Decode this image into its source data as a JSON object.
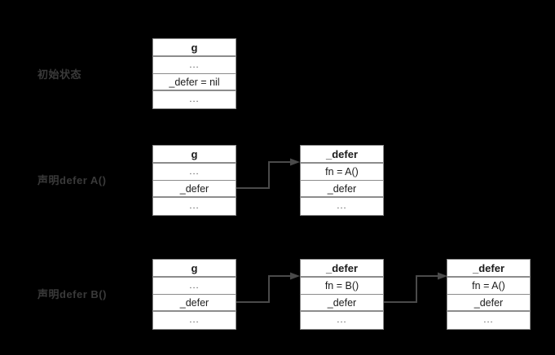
{
  "diagram": {
    "title_rows": [
      {
        "label": "初始状态"
      },
      {
        "label": "声明defer A()"
      },
      {
        "label": "声明defer B()"
      }
    ],
    "colors": {
      "background": "#000000",
      "box_fill": "#ffffff",
      "box_border": "#8c8c8c",
      "text": "#1b1b1b",
      "label_text": "#3a3a3a",
      "connector": "#4a4a4a"
    },
    "rows": [
      {
        "name": "initial-state",
        "label": "初始状态",
        "boxes": [
          {
            "name": "g-struct",
            "header": "g",
            "cells": [
              "...",
              "_defer = nil",
              "..."
            ]
          }
        ],
        "connectors": []
      },
      {
        "name": "declare-defer-a",
        "label": "声明defer A()",
        "boxes": [
          {
            "name": "g-struct",
            "header": "g",
            "cells": [
              "...",
              "_defer",
              "..."
            ]
          },
          {
            "name": "defer-struct-a",
            "header": "_defer",
            "cells": [
              "fn = A()",
              "_defer",
              "..."
            ]
          }
        ],
        "connectors": [
          {
            "name": "g-to-defer-a",
            "from": "g._defer",
            "to": "_defer(A)"
          }
        ]
      },
      {
        "name": "declare-defer-b",
        "label": "声明defer B()",
        "boxes": [
          {
            "name": "g-struct",
            "header": "g",
            "cells": [
              "...",
              "_defer",
              "..."
            ]
          },
          {
            "name": "defer-struct-b",
            "header": "_defer",
            "cells": [
              "fn = B()",
              "_defer",
              "..."
            ]
          },
          {
            "name": "defer-struct-a",
            "header": "_defer",
            "cells": [
              "fn = A()",
              "_defer",
              "..."
            ]
          }
        ],
        "connectors": [
          {
            "name": "g-to-defer-b",
            "from": "g._defer",
            "to": "_defer(B)"
          },
          {
            "name": "defer-b-to-defer-a",
            "from": "_defer(B)._defer",
            "to": "_defer(A)"
          }
        ]
      }
    ]
  }
}
